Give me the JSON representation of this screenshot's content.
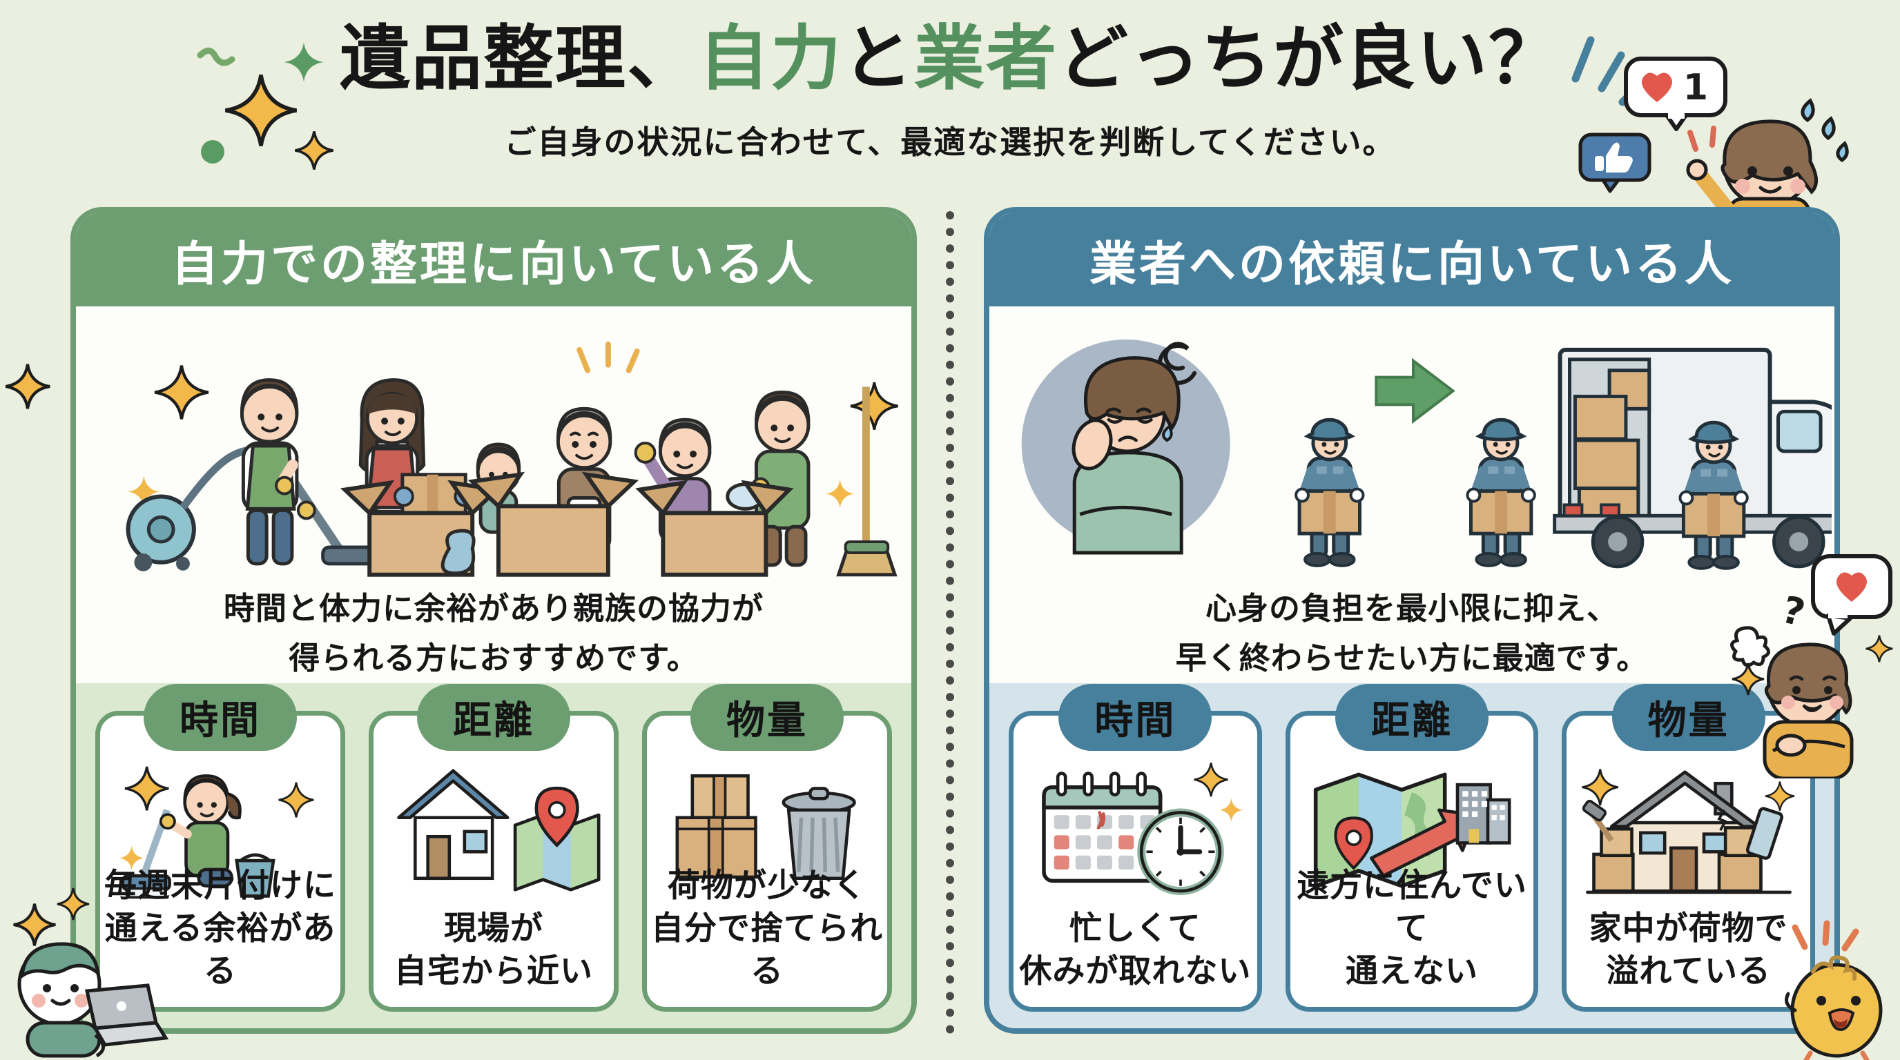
{
  "title": {
    "part1": "遺品整理、",
    "part2": "自力",
    "part3": "と",
    "part4": "業者",
    "part5": "どっちが良い？"
  },
  "subtitle": "ご自身の状況に合わせて、最適な選択を判断してください。",
  "like_badge": {
    "count": "1",
    "heart_icon": "heart-icon",
    "thumb_icon": "thumbs-up-icon"
  },
  "left_panel": {
    "title": "自力での整理に向いている人",
    "desc1": "時間と体力に余裕があり親族の協力が",
    "desc2": "得られる方におすすめです。",
    "illustration": "family-cleaning-illustration",
    "cards": [
      {
        "badge": "時間",
        "icon": "cleaning-woman-icon",
        "line1": "毎週末片付けに",
        "line2": "通える余裕がある"
      },
      {
        "badge": "距離",
        "icon": "house-map-pin-icon",
        "line1": "現場が",
        "line2": "自宅から近い"
      },
      {
        "badge": "物量",
        "icon": "boxes-trash-icon",
        "line1": "荷物が少なく",
        "line2": "自分で捨てられる"
      }
    ]
  },
  "right_panel": {
    "title": "業者への依頼に向いている人",
    "desc1": "心身の負担を最小限に抑え、",
    "desc2": "早く終わらせたい方に最適です。",
    "illustration": "movers-truck-illustration",
    "cards": [
      {
        "badge": "時間",
        "icon": "calendar-clock-icon",
        "line1": "忙しくて",
        "line2": "休みが取れない"
      },
      {
        "badge": "距離",
        "icon": "map-arrow-buildings-icon",
        "line1": "遠方に住んでいて",
        "line2": "通えない"
      },
      {
        "badge": "物量",
        "icon": "cluttered-house-icon",
        "line1": "家中が荷物で",
        "line2": "溢れている"
      }
    ]
  },
  "colors": {
    "page_bg": "#eaefdf",
    "green_accent": "#6d9e72",
    "green_band": "#dbe9d1",
    "teal_accent": "#46809d",
    "teal_band": "#d5e4ea",
    "title_green": "#55905f",
    "heart_red": "#e2584d",
    "like_blue": "#4e7cab",
    "sparkle_orange": "#f2b94a"
  }
}
